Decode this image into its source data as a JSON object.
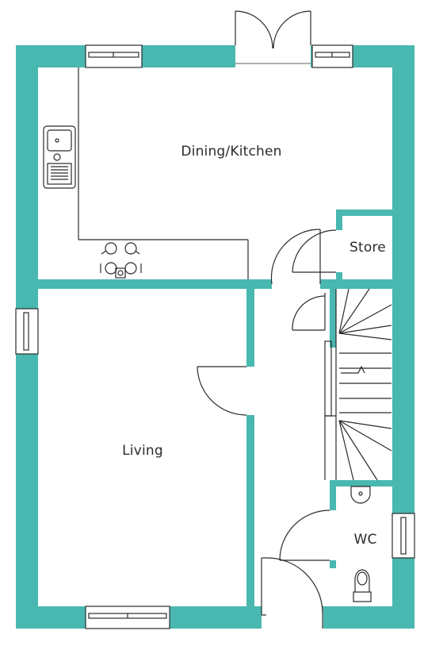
{
  "colors": {
    "wall": "#48B8B0",
    "line": "#2b2b2b",
    "background": "#ffffff"
  },
  "rooms": {
    "dining_kitchen": "Dining/Kitchen",
    "store": "Store",
    "living": "Living",
    "wc": "WC"
  },
  "fixtures": [
    "kitchen-sink-icon",
    "hob-icon",
    "toilet-icon",
    "basin-icon",
    "staircase"
  ]
}
